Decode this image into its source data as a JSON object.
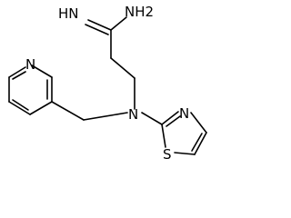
{
  "molecule": {
    "atoms": {
      "imine_nh": "HN",
      "amine_nh2": "NH2",
      "pyridine_n": "N",
      "central_n": "N",
      "thiazole_n": "N",
      "thiazole_s": "S"
    }
  },
  "colors": {
    "bond": "#000000",
    "label": "#000000",
    "background": "#ffffff"
  }
}
